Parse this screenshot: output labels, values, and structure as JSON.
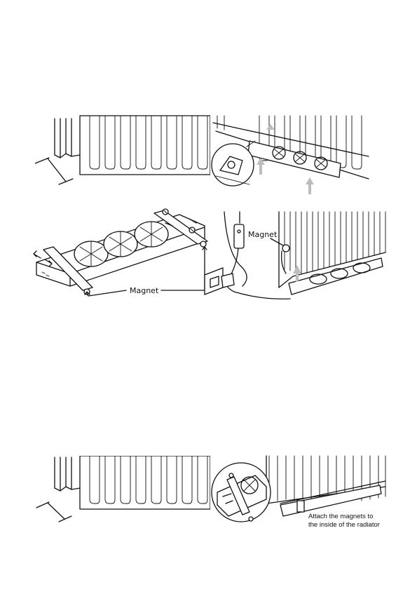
{
  "labels": {
    "magnet_fan": "Magnet",
    "magnet_radiator": "Magnet",
    "attach_caption_line1": "Attach the magnets to",
    "attach_caption_line2": "the inside of the radiator"
  },
  "colors": {
    "line": "#111111",
    "arrow_grey": "#bdbdbd",
    "background": "#ffffff"
  }
}
